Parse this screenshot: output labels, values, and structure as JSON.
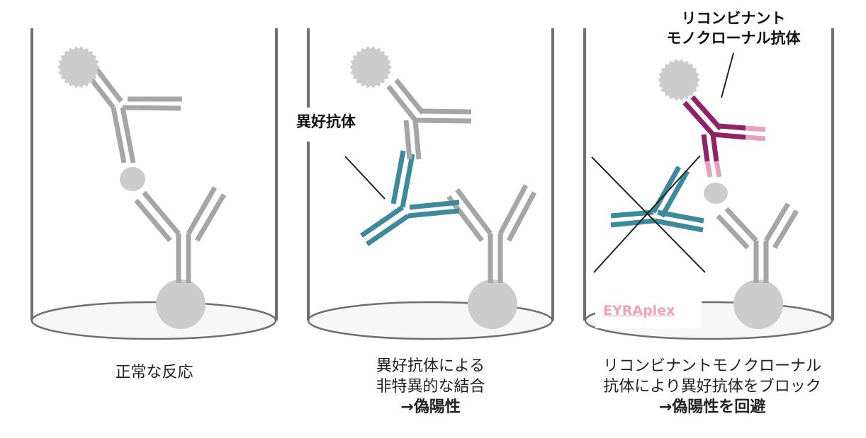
{
  "panels": [
    {
      "caption_lines": [
        "正常な反応"
      ],
      "caption_strong": ""
    },
    {
      "caption_lines": [
        "異好抗体による",
        "非特異的な結合"
      ],
      "caption_strong": "→偽陽性"
    },
    {
      "caption_lines": [
        "リコンビナントモノクローナル",
        "抗体により異好抗体をブロック"
      ],
      "caption_strong": "→偽陽性を回避"
    }
  ],
  "labels": {
    "heterophilic_antibody": "異好抗体",
    "recombinant_line1": "リコンビナント",
    "recombinant_line2": "モノクローナル抗体",
    "brand": "EYRAplex"
  },
  "colors": {
    "antibody_gray": "#a6a6a6",
    "antigen_gray": "#cccccc",
    "heterophilic_teal": "#3d8a9c",
    "recombinant_heavy": "#8e2366",
    "recombinant_light": "#e7a3bd",
    "brand_pink": "#f0a0b8",
    "outline": "#6f6f6f"
  }
}
